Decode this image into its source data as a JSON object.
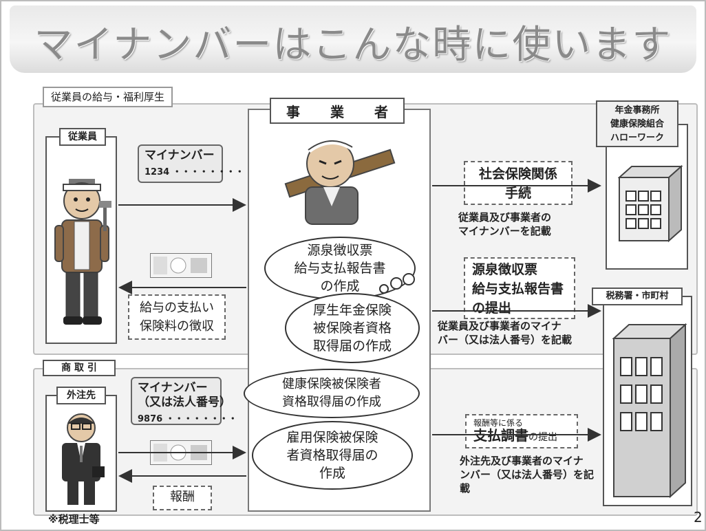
{
  "title": "マイナンバーはこんな時に使います",
  "sections": {
    "welfare_label": "従業員の給与・福利厚生",
    "trade_label": "商 取 引"
  },
  "employer": {
    "header_chars": [
      "事",
      "業",
      "者"
    ]
  },
  "employee": {
    "label": "従業員",
    "card_title": "マイナンバー",
    "card_number": "1234 ・・・・・・・・",
    "salary_box": [
      "給与の支払い",
      "保険料の徴収"
    ]
  },
  "clouds": {
    "withholding": [
      "源泉徴収票",
      "給与支払報告書",
      "の作成"
    ],
    "pension": [
      "厚生年金保険",
      "被保険者資格",
      "取得届の作成"
    ],
    "health": [
      "健康保険被保険者",
      "資格取得届の作成"
    ],
    "employment": [
      "雇用保険被保険",
      "者資格取得届の",
      "作成"
    ]
  },
  "pension_office": {
    "label_lines": [
      "年金事務所",
      "健康保険組合",
      "ハローワーク"
    ],
    "procedure_lines": [
      "社会保険関係",
      "手続"
    ],
    "note_lines": [
      "従業員及び事業者の",
      "マイナンバーを記載"
    ]
  },
  "tax_office": {
    "label": "税務署・市町村",
    "submit_lines": [
      "源泉徴収票",
      "給与支払報告書",
      "の提出"
    ],
    "note_lines": [
      "従業員及び事業者のマイナ",
      "バー（又は法人番号）を記載"
    ],
    "payment_small": "報酬等に係る",
    "payment_main": "支払調書",
    "payment_suffix": "の提出",
    "payment_note_lines": [
      "外注先及び事業者のマイナ",
      "ンバー（又は法人番号）を記",
      "載"
    ]
  },
  "contractor": {
    "label": "外注先",
    "card_lines": [
      "マイナンバー",
      "（又は法人番号）"
    ],
    "card_number": "9876 ・・・・・・・・",
    "fee_label": "報酬",
    "footnote": "※税理士等"
  },
  "page_number": "2",
  "colors": {
    "title_text": "#8a8a8a",
    "section_bg": "#f3f3f3",
    "arrow": "#333333"
  }
}
